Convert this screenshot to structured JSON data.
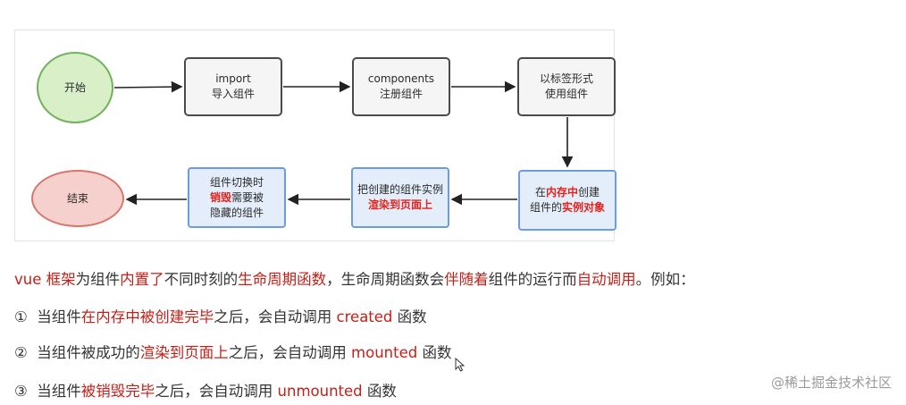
{
  "diagram": {
    "start": "开始",
    "end": "结束",
    "import": {
      "line1": "import",
      "line2": "导入组件"
    },
    "components": {
      "line1": "components",
      "line2": "注册组件"
    },
    "tag": {
      "line1": "以标签形式",
      "line2": "使用组件"
    },
    "memory": {
      "p1": "在",
      "p2": "内存中",
      "p3": "创建",
      "p4": "组件的",
      "p5": "实例对象"
    },
    "render": {
      "line1": "把创建的组件实例",
      "line2": "渲染到页面上"
    },
    "switch": {
      "line1": "组件切换时",
      "p2a": "销毁",
      "p2b": "需要被",
      "line3": "隐藏的组件"
    },
    "colors": {
      "start_fill": "#d8efc8",
      "end_fill": "#f6d0cd",
      "gray_fill": "#f5f5f5",
      "blue_fill": "#e4eefb",
      "accent_red": "#e0231c"
    }
  },
  "text": {
    "intro": {
      "a": "vue 框架",
      "b": "为组件",
      "c": "内置了",
      "d": "不同时刻的",
      "e": "生命周期函数",
      "f": "，生命周期函数会",
      "g": "伴随着",
      "h": "组件的运行而",
      "i": "自动调用",
      "j": "。例如："
    },
    "item1": {
      "num": "①",
      "a": "当组件",
      "b": "在内存中被创建完毕",
      "c": "之后，会自动调用 ",
      "d": "created",
      "e": " 函数"
    },
    "item2": {
      "num": "②",
      "a": "当组件被成功的",
      "b": "渲染到页面上",
      "c": "之后，会自动调用 ",
      "d": "mounted",
      "e": " 函数"
    },
    "item3": {
      "num": "③",
      "a": "当组件",
      "b": "被销毁完毕",
      "c": "之后，会自动调用 ",
      "d": "unmounted",
      "e": " 函数"
    }
  },
  "watermark": "@稀土掘金技术社区"
}
